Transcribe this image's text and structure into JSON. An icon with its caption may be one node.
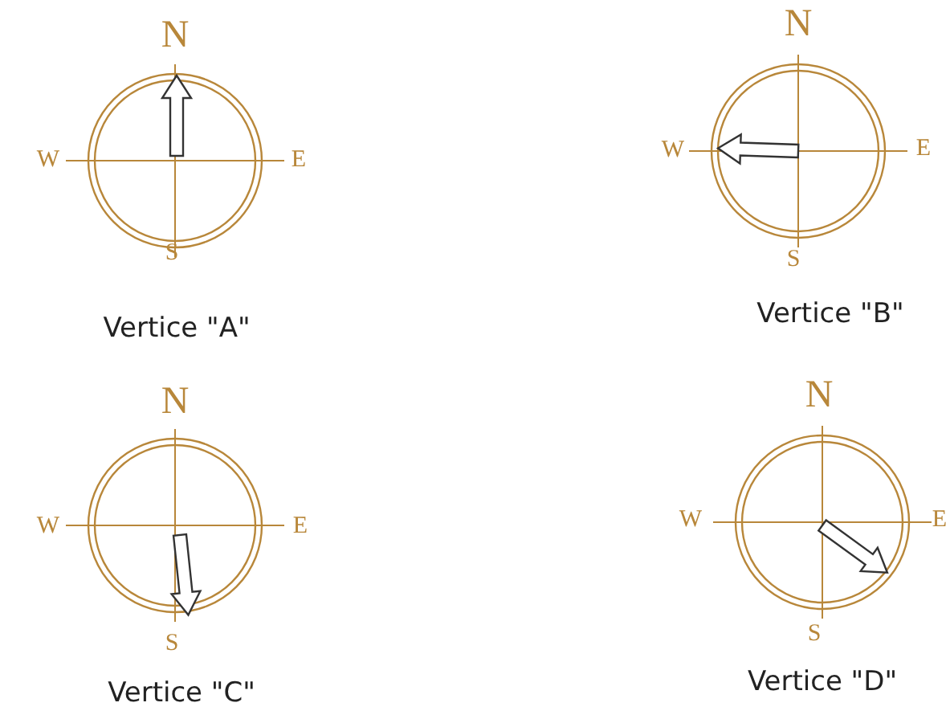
{
  "diagram": {
    "nodes": [
      {
        "text": [],
        "shape": "circle",
        "beside": [
          "N",
          "W",
          "E",
          "S",
          "Vertice \"A\""
        ]
      },
      {
        "text": [],
        "shape": "circle",
        "beside": [
          "N",
          "W",
          "E",
          "S",
          "Vertice \"B\""
        ]
      },
      {
        "text": [],
        "shape": "circle",
        "beside": [
          "N",
          "W",
          "E",
          "S",
          "Vertice \"C\""
        ]
      },
      {
        "text": [],
        "shape": "circle",
        "beside": [
          "N",
          "W",
          "E",
          "S",
          "Vertice \"D\""
        ]
      }
    ]
  }
}
